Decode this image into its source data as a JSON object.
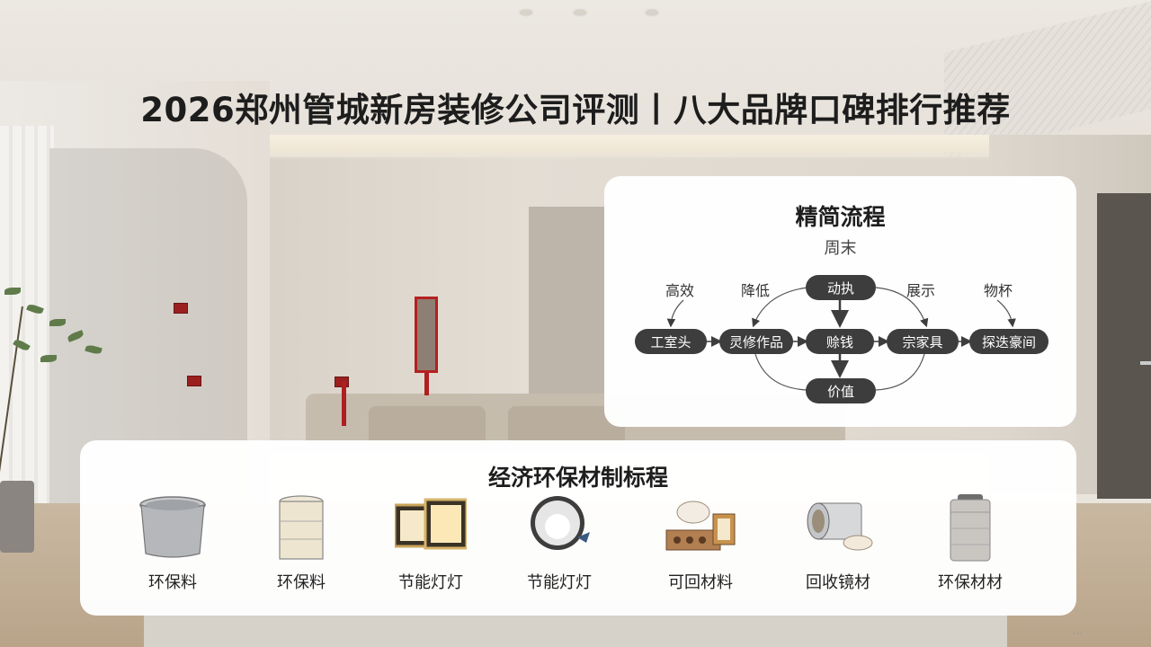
{
  "page": {
    "title": "2026郑州管城新房装修公司评测丨八大品牌口碑排行推荐"
  },
  "flow": {
    "title": "精简流程",
    "subtitle": "周末",
    "top_labels": [
      "高效",
      "降低",
      "展示",
      "物杯"
    ],
    "nodes": {
      "top": "动执",
      "row": [
        "工室头",
        "灵修作品",
        "赊钱",
        "宗家具",
        "探迭豪间"
      ],
      "bottom": "价值"
    }
  },
  "materials": {
    "title": "经济环保材制标程",
    "items": [
      {
        "label": "环保料",
        "icon": "bucket-icon"
      },
      {
        "label": "环保料",
        "icon": "paint-can-icon"
      },
      {
        "label": "节能灯灯",
        "icon": "panel-lights-icon"
      },
      {
        "label": "节能灯灯",
        "icon": "ceiling-lamp-icon"
      },
      {
        "label": "可回材料",
        "icon": "recycled-blocks-icon"
      },
      {
        "label": "回收镜材",
        "icon": "pipe-roll-icon"
      },
      {
        "label": "环保材材",
        "icon": "storage-bin-icon"
      }
    ]
  },
  "watermark": "...",
  "colors": {
    "title_text": "#1d1d1d",
    "node_fill": "#3d3d3d",
    "card_bg": "#ffffff",
    "accent_red": "#b01f1f"
  }
}
